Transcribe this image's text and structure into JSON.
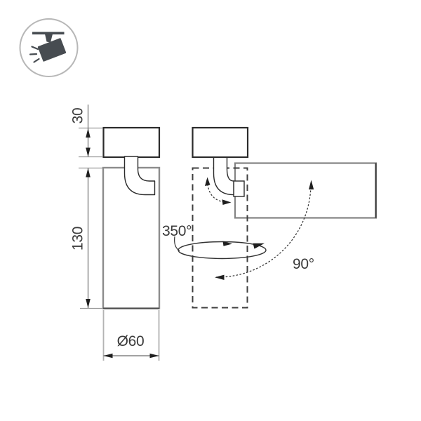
{
  "drawing": {
    "type": "technical-dimension-drawing",
    "subject": "surface-mounted adjustable spotlight",
    "labels": {
      "base_height": "30",
      "body_height": "130",
      "diameter": "Ø60",
      "pan_rotation": "350°",
      "tilt_rotation": "90°"
    },
    "icon": "track-spotlight-icon",
    "colors": {
      "background": "#ffffff",
      "outline_dark": "#2b2b2b",
      "outline_gray": "#878787",
      "dimension_line": "#6b6b6b",
      "extension_light": "#b3b3b3",
      "dashed_outline": "#3f3f3f",
      "arrow_fill": "#1f1f1f",
      "annotation_line": "#333333",
      "text": "#3a3a3a",
      "icon_fill": "#474c51",
      "icon_circle": "#b7b7b7"
    }
  }
}
